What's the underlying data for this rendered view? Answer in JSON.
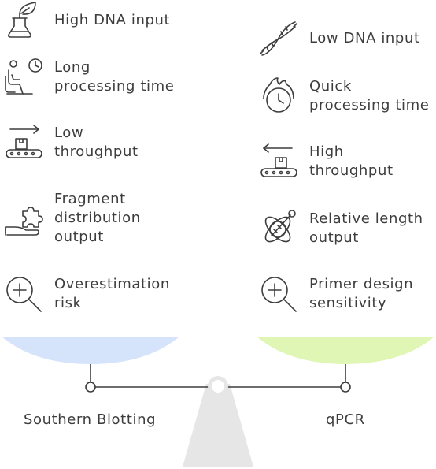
{
  "left": {
    "caption": "Southern Blotting",
    "pan_color": "#d6e4fb",
    "items": [
      {
        "icon": "flask-leaf-icon",
        "label": "High DNA input"
      },
      {
        "icon": "waiting-clock-icon",
        "label": "Long\nprocessing time"
      },
      {
        "icon": "conveyor-right-icon",
        "label": "Low\nthroughput"
      },
      {
        "icon": "puzzle-hand-icon",
        "label": "Fragment\ndistribution\noutput"
      },
      {
        "icon": "magnify-plus-icon",
        "label": "Overestimation\nrisk"
      }
    ]
  },
  "right": {
    "caption": "qPCR",
    "pan_color": "#dff6b4",
    "items": [
      {
        "icon": "dna-helix-icon",
        "label": "Low DNA input"
      },
      {
        "icon": "fire-clock-icon",
        "label": "Quick\nprocessing time"
      },
      {
        "icon": "conveyor-left-icon",
        "label": "High\nthroughput"
      },
      {
        "icon": "atom-ruler-icon",
        "label": "Relative length\noutput"
      },
      {
        "icon": "magnify-plus-icon",
        "label": "Primer design\nsensitivity"
      }
    ]
  }
}
